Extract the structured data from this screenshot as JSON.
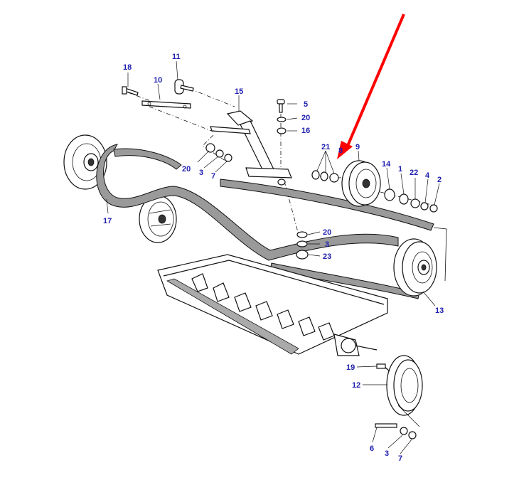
{
  "callouts": {
    "c18": "18",
    "c11": "11",
    "c10": "10",
    "c15": "15",
    "c5": "5",
    "c20a": "20",
    "c16": "16",
    "c21": "21",
    "c8": "8",
    "c9": "9",
    "c14": "14",
    "c1": "1",
    "c22": "22",
    "c4": "4",
    "c2": "2",
    "c20b": "20",
    "c3a": "3",
    "c7a": "7",
    "c17": "17",
    "c20c": "20",
    "c3b": "3",
    "c23": "23",
    "c13": "13",
    "c19": "19",
    "c12": "12",
    "c6": "6",
    "c3c": "3",
    "c7b": "7"
  },
  "colors": {
    "callout": "#1f1fb0",
    "arrow": "#ff0000",
    "line": "#111111"
  }
}
